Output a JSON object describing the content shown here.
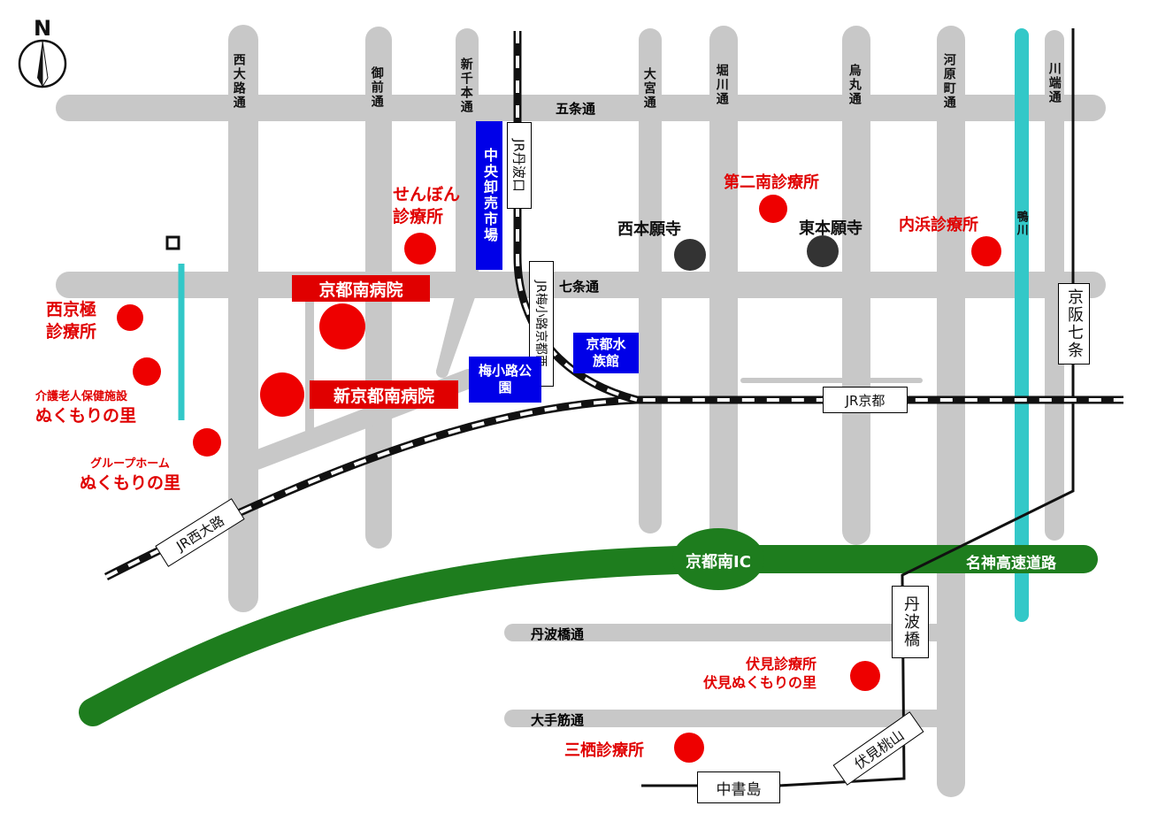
{
  "compass": {
    "north": "N"
  },
  "roads": {
    "nishioji": "西大路通",
    "onmae": "御前通",
    "shinsenbon": "新千本通",
    "omiya": "大宮通",
    "horikawa": "堀川通",
    "karasuma": "烏丸通",
    "kawaramachi": "河原町通",
    "kawabata": "川端通",
    "gojo": "五条通",
    "shichijo": "七条通",
    "tanbabashi_dori": "丹波橋通",
    "otesuji": "大手筋通",
    "meishin": "名神高速道路",
    "kyoto_minami_ic": "京都南IC",
    "kamogawa": "鴨川"
  },
  "stations": {
    "tambaguchi": "JR丹波口",
    "umekoji": "JR梅小路京都西",
    "kyoto": "JR京都",
    "nishioji": "JR西大路",
    "keihan_shichijo": "京阪七条",
    "tanbabashi": "丹波橋",
    "fushimi_momoyama": "伏見桃山",
    "chushojima": "中書島"
  },
  "landmarks": {
    "market": "中央卸売市場",
    "umekoji_park": "梅小路公園",
    "aquarium": "京都水族館",
    "nishi_honganji": "西本願寺",
    "higashi_honganji": "東本願寺"
  },
  "facilities": {
    "kyoto_minami_hospital": "京都南病院",
    "shin_kyoto_minami_hospital": "新京都南病院",
    "senbon_line1": "せんぼん",
    "senbon_line2": "診療所",
    "saikyogoku_line1": "西京極",
    "saikyogoku_line2": "診療所",
    "kaigo_line1": "介護老人保健施設",
    "kaigo_line2": "ぬくもりの里",
    "group_line1": "グループホーム",
    "group_line2": "ぬくもりの里",
    "daini_minami": "第二南診療所",
    "uchihama": "内浜診療所",
    "fushimi_line1": "伏見診療所",
    "fushimi_line2": "伏見ぬくもりの里",
    "misu": "三栖診療所"
  },
  "colors": {
    "road": "#c8c8c8",
    "expressway": "#1e7d1e",
    "river": "#33c8c8",
    "facility": "#e00000",
    "landmark_box": "#0000e8",
    "temple": "#333333"
  }
}
